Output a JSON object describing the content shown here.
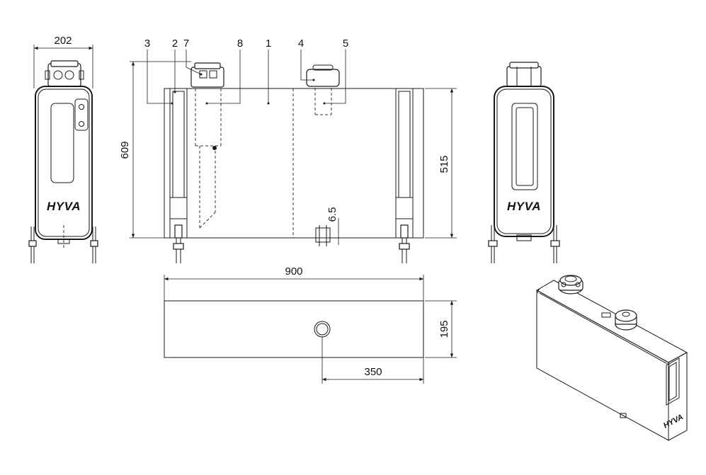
{
  "dimensions": {
    "width_side": "202",
    "height_total": "609",
    "height_body": "515",
    "length": "900",
    "depth": "195",
    "port_offset": "350",
    "drain_offset": "6.5"
  },
  "callouts": [
    "3",
    "2",
    "7",
    "8",
    "1",
    "4",
    "5"
  ],
  "logo_text": "HYVA"
}
